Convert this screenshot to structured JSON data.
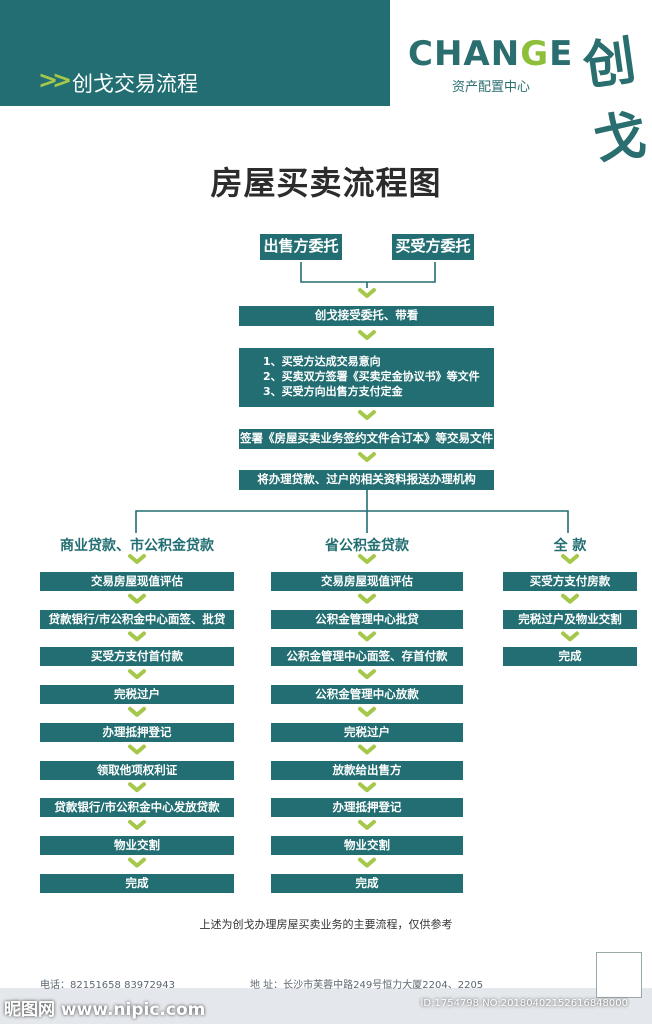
{
  "header": {
    "subtitle": "创戈交易流程",
    "logo_text_a": "CHAN",
    "logo_text_g": "G",
    "logo_text_e": "E",
    "logo_sub": "资产配置中心",
    "logo_brush": "创戈"
  },
  "title": "房屋买卖流程图",
  "top": {
    "seller": "出售方委托",
    "buyer": "买受方委托",
    "step1": "创戈接受委托、带看",
    "step2_lines": [
      "1、买受方达成交易意向",
      "2、买卖双方签署《买卖定金协议书》等文件",
      "3、买受方向出售方支付定金"
    ],
    "step3": "签署《房屋买卖业务签约文件合订本》等交易文件",
    "step4": "将办理贷款、过户的相关资料报送办理机构"
  },
  "columns": [
    {
      "header": "商业贷款、市公积金贷款",
      "steps": [
        "交易房屋现值评估",
        "贷款银行/市公积金中心面签、批贷",
        "买受方支付首付款",
        "完税过户",
        "办理抵押登记",
        "领取他项权利证",
        "贷款银行/市公积金中心发放贷款",
        "物业交割",
        "完成"
      ]
    },
    {
      "header": "省公积金贷款",
      "steps": [
        "交易房屋现值评估",
        "公积金管理中心批贷",
        "公积金管理中心面签、存首付款",
        "公积金管理中心放款",
        "完税过户",
        "放款给出售方",
        "办理抵押登记",
        "物业交割",
        "完成"
      ]
    },
    {
      "header": "全 款",
      "steps": [
        "买受方支付房款",
        "完税过户及物业交割",
        "完成"
      ]
    }
  ],
  "footnote": "上述为创戈办理房屋买卖业务的主要流程，仅供参考",
  "footer": {
    "phone": "电话：82151658  83972943",
    "address": "地 址：长沙市芙蓉中路249号恒力大厦2204、2205",
    "watermark": "昵图网 www.nipic.com",
    "watermark_id": "ID:1754798 NO:20180402152616848000"
  },
  "colors": {
    "primary": "#226e72",
    "accent": "#a6c84a",
    "text": "#2c2c2c"
  }
}
